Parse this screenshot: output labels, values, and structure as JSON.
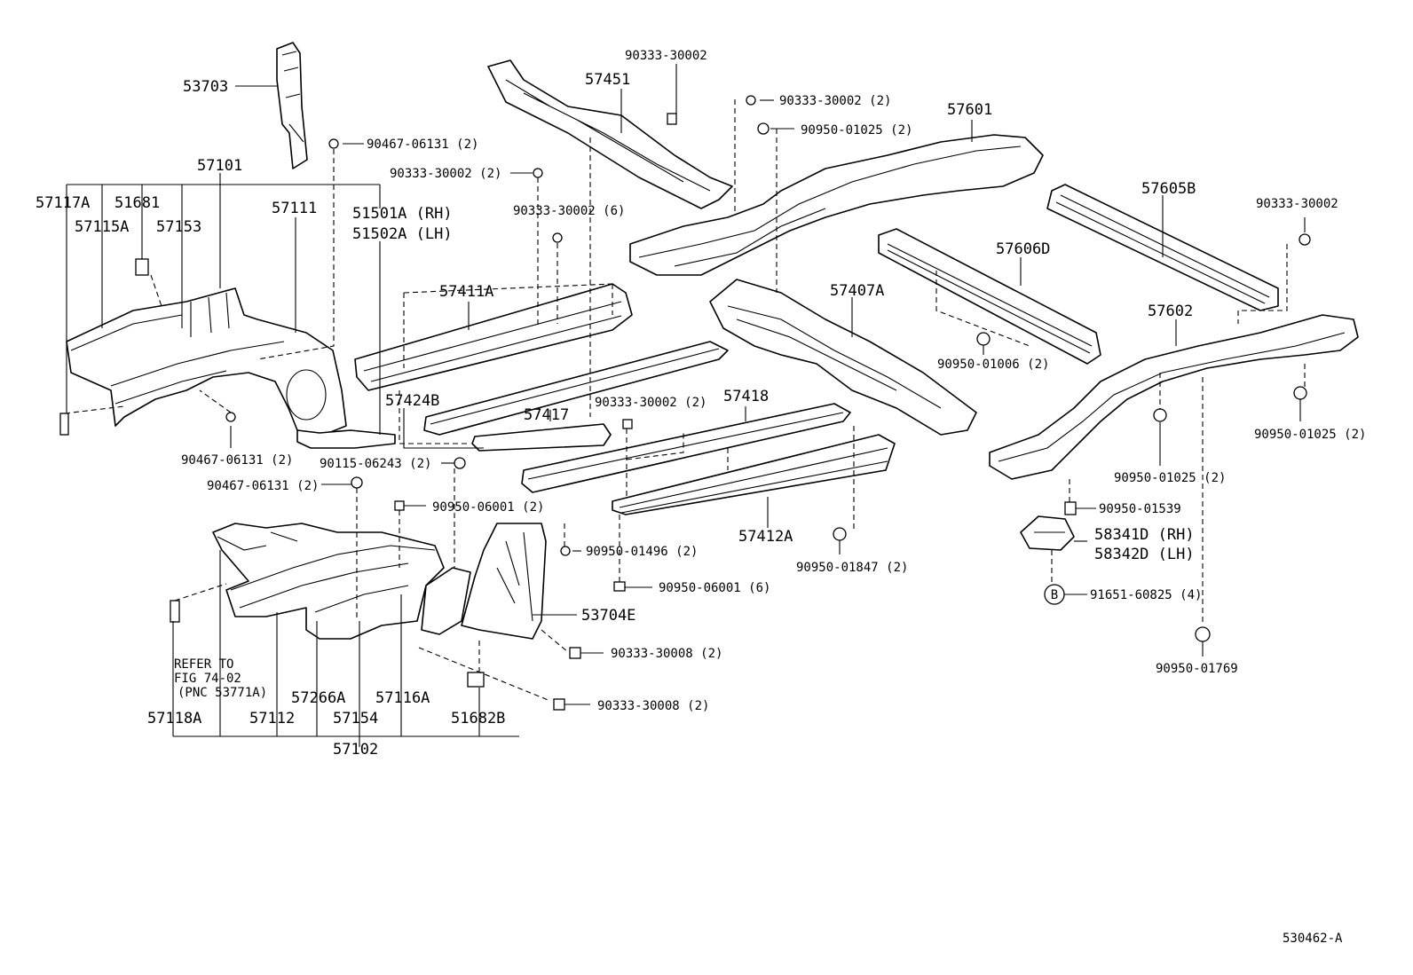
{
  "diagram_id": "530462-A",
  "refer_note": [
    "REFER TO",
    "FIG 74-02",
    "(PNC 53771A)"
  ],
  "bolt_b_letter": "B",
  "labels": {
    "p53703": "53703",
    "p90467_06131_top": "90467-06131 (2)",
    "p57101": "57101",
    "p57117A": "57117A",
    "p51681": "51681",
    "p57111": "57111",
    "p51501A": "51501A (RH)",
    "p51502A": "51502A (LH)",
    "p57115A": "57115A",
    "p57153": "57153",
    "p90467_06131_mid": "90467-06131 (2)",
    "p90115_06243": "90115-06243 (2)",
    "p90467_06131_low": "90467-06131 (2)",
    "p90950_06001_a": "90950-06001 (2)",
    "p53704E": "53704E",
    "p90333_30008_a": "90333-30008 (2)",
    "p90333_30008_b": "90333-30008 (2)",
    "p57118A": "57118A",
    "p57112": "57112",
    "p57154": "57154",
    "p57266A": "57266A",
    "p57116A": "57116A",
    "p51682B": "51682B",
    "p57102": "57102",
    "p57451": "57451",
    "p90333_30002_a": "90333-30002",
    "p90333_30002_b": "90333-30002 (2)",
    "p90333_30002_c": "90333-30002 (6)",
    "p57411A": "57411A",
    "p57424B": "57424B",
    "p57417": "57417",
    "p90333_30002_d": "90333-30002 (2)",
    "p57418": "57418",
    "p90950_01496": "90950-01496 (2)",
    "p90950_06001_b": "90950-06001 (6)",
    "p57412A": "57412A",
    "p90950_01847": "90950-01847 (2)",
    "p90333_30002_e": "90333-30002 (2)",
    "p90950_01025_a": "90950-01025 (2)",
    "p57601": "57601",
    "p57407A": "57407A",
    "p57606D": "57606D",
    "p90950_01006": "90950-01006 (2)",
    "p57605B": "57605B",
    "p90333_30002_f": "90333-30002",
    "p57602": "57602",
    "p90950_01025_b": "90950-01025 (2)",
    "p90950_01025_c": "90950-01025 (2)",
    "p90950_01539": "90950-01539",
    "p58341D": "58341D (RH)",
    "p58342D": "58342D (LH)",
    "p91651_60825": "91651-60825 (4)",
    "p90950_01769": "90950-01769"
  }
}
